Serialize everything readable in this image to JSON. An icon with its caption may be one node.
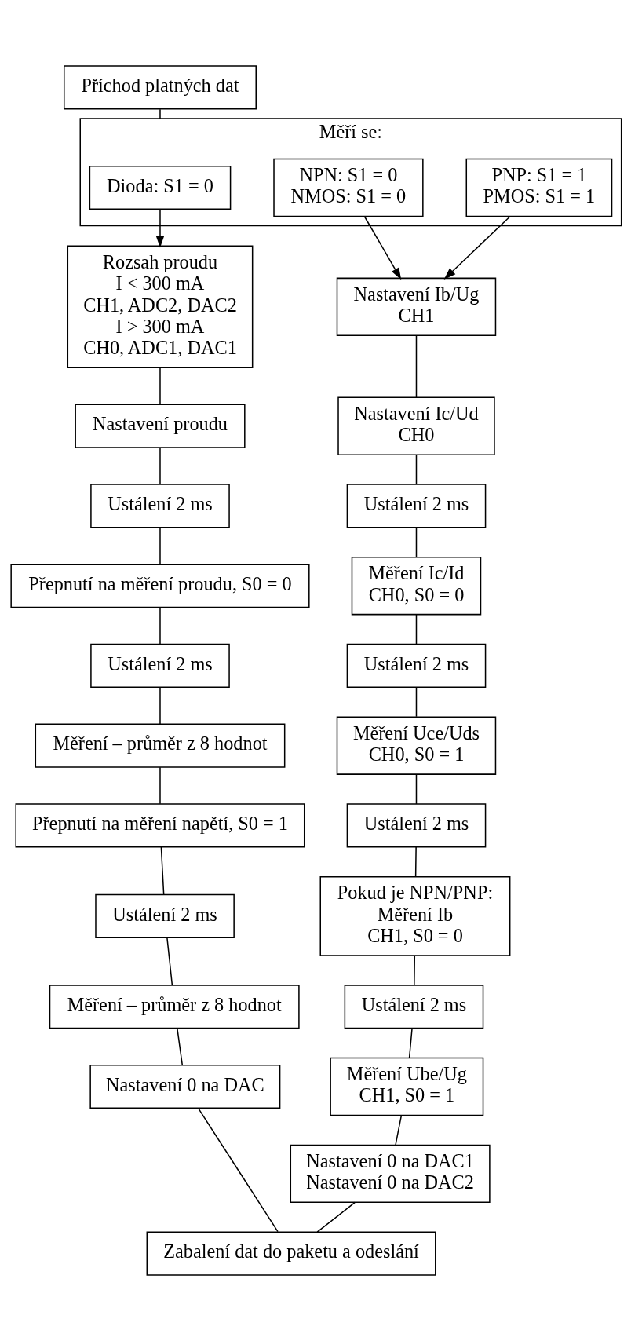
{
  "diagram": {
    "nodes": [
      {
        "text": [
          "Příchod platných dat"
        ]
      },
      {
        "text": [
          "Měří se:"
        ]
      },
      {
        "text": [
          "Dioda: S1 = 0"
        ],
        "in": 1
      },
      {
        "text": [
          "NPN: S1 = 0",
          "NMOS: S1 = 0"
        ],
        "in": 1
      },
      {
        "text": [
          "PNP: S1 = 1",
          "PMOS: S1 = 1"
        ],
        "in": 1
      },
      {
        "text": [
          "Rozsah proudu",
          "I < 300 mA",
          "CH1, ADC2, DAC2",
          "I > 300 mA",
          "CH0, ADC1, DAC1"
        ]
      },
      {
        "text": [
          "Nastavení proudu"
        ]
      },
      {
        "text": [
          "Ustálení 2 ms"
        ]
      },
      {
        "text": [
          "Přepnutí na měření proudu, S0 = 0"
        ]
      },
      {
        "text": [
          "Ustálení 2 ms"
        ]
      },
      {
        "text": [
          "Měření – průměr z 8 hodnot"
        ]
      },
      {
        "text": [
          "Přepnutí na měření napětí, S0 = 1"
        ]
      },
      {
        "text": [
          "Ustálení 2 ms"
        ]
      },
      {
        "text": [
          "Měření – průměr z 8 hodnot"
        ]
      },
      {
        "text": [
          "Nastavení 0 na DAC"
        ]
      },
      {
        "text": [
          "Nastavení Ib/Ug",
          "CH1"
        ]
      },
      {
        "text": [
          "Nastavení Ic/Ud",
          "CH0"
        ]
      },
      {
        "text": [
          "Ustálení 2 ms"
        ]
      },
      {
        "text": [
          "Měření Ic/Id",
          "CH0, S0 = 0"
        ]
      },
      {
        "text": [
          "Ustálení 2 ms"
        ]
      },
      {
        "text": [
          "Měření Uce/Uds",
          "CH0, S0 = 1"
        ]
      },
      {
        "text": [
          "Ustálení 2 ms"
        ]
      },
      {
        "text": [
          "Pokud je NPN/PNP:",
          "Měření Ib",
          "CH1, S0 = 0"
        ]
      },
      {
        "text": [
          "Ustálení 2 ms"
        ]
      },
      {
        "text": [
          "Měření Ube/Ug",
          "CH1, S0 = 1"
        ]
      },
      {
        "text": [
          "Nastavení 0 na DAC1",
          "Nastavení 0 na DAC2"
        ]
      },
      {
        "text": [
          "Zabalení dat do paketu a odeslání"
        ]
      }
    ],
    "edges": [
      {
        "from": 0,
        "to": 1,
        "arrow": "none"
      },
      {
        "from": 2,
        "to": 5,
        "arrow": "to"
      },
      {
        "from": 3,
        "to": 15,
        "arrow": "to"
      },
      {
        "from": 4,
        "to": 15,
        "arrow": "to"
      },
      {
        "from": 5,
        "to": 6,
        "arrow": "none"
      },
      {
        "from": 6,
        "to": 7,
        "arrow": "none"
      },
      {
        "from": 7,
        "to": 8,
        "arrow": "none"
      },
      {
        "from": 8,
        "to": 9,
        "arrow": "none"
      },
      {
        "from": 9,
        "to": 10,
        "arrow": "none"
      },
      {
        "from": 10,
        "to": 11,
        "arrow": "none"
      },
      {
        "from": 11,
        "to": 12,
        "arrow": "none"
      },
      {
        "from": 12,
        "to": 13,
        "arrow": "none"
      },
      {
        "from": 13,
        "to": 14,
        "arrow": "none"
      },
      {
        "from": 15,
        "to": 16,
        "arrow": "none"
      },
      {
        "from": 16,
        "to": 17,
        "arrow": "none"
      },
      {
        "from": 17,
        "to": 18,
        "arrow": "none"
      },
      {
        "from": 18,
        "to": 19,
        "arrow": "none"
      },
      {
        "from": 19,
        "to": 20,
        "arrow": "none"
      },
      {
        "from": 20,
        "to": 21,
        "arrow": "none"
      },
      {
        "from": 21,
        "to": 22,
        "arrow": "none"
      },
      {
        "from": 22,
        "to": 23,
        "arrow": "none"
      },
      {
        "from": 23,
        "to": 24,
        "arrow": "none"
      },
      {
        "from": 24,
        "to": 25,
        "arrow": "none"
      },
      {
        "from": 14,
        "to": 26,
        "arrow": "none"
      },
      {
        "from": 25,
        "to": 26,
        "arrow": "none"
      }
    ]
  }
}
